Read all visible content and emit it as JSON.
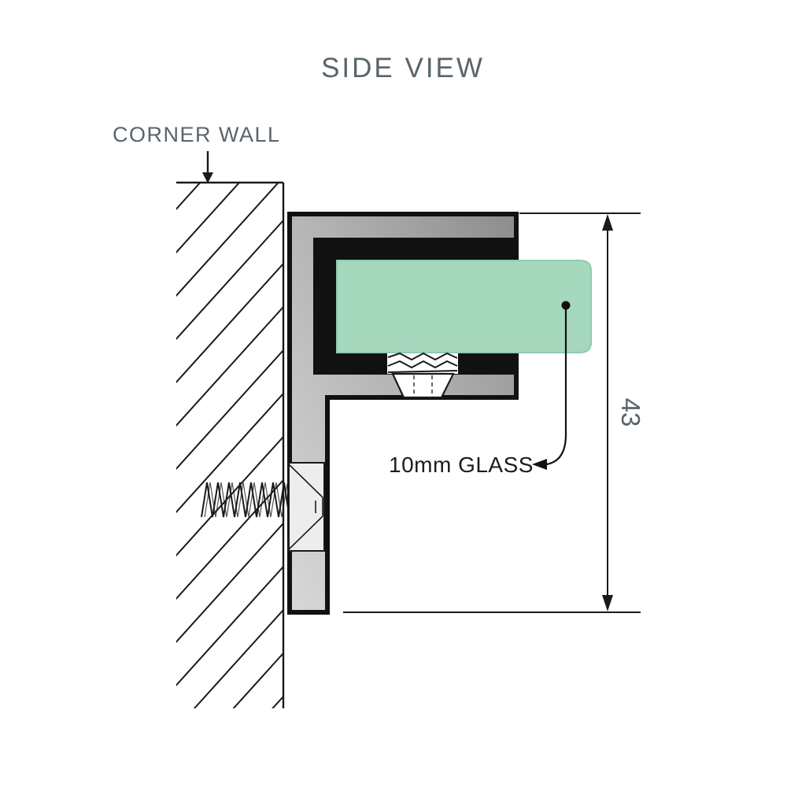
{
  "title": "SIDE VIEW",
  "wall": {
    "label": "CORNER WALL"
  },
  "glass": {
    "label": "10mm GLASS",
    "thickness": "10mm"
  },
  "dimension": {
    "value": "43"
  },
  "icons": {
    "corner_wall_arrow": "down-arrow",
    "glass_leader": "curved-leader-arrow",
    "dimension_arrows": "double-ended-vertical-arrow"
  },
  "colors": {
    "background": "#ffffff",
    "heading_text": "#59646c",
    "label_text": "#1c1c1c",
    "line": "#1a1a1a",
    "glass_fill": "#a6d8be",
    "glass_edge": "#8fcbaf",
    "metal_light": "#d8d8d8",
    "metal_dark": "#8c8c8c",
    "channel_lining": "#111111"
  }
}
